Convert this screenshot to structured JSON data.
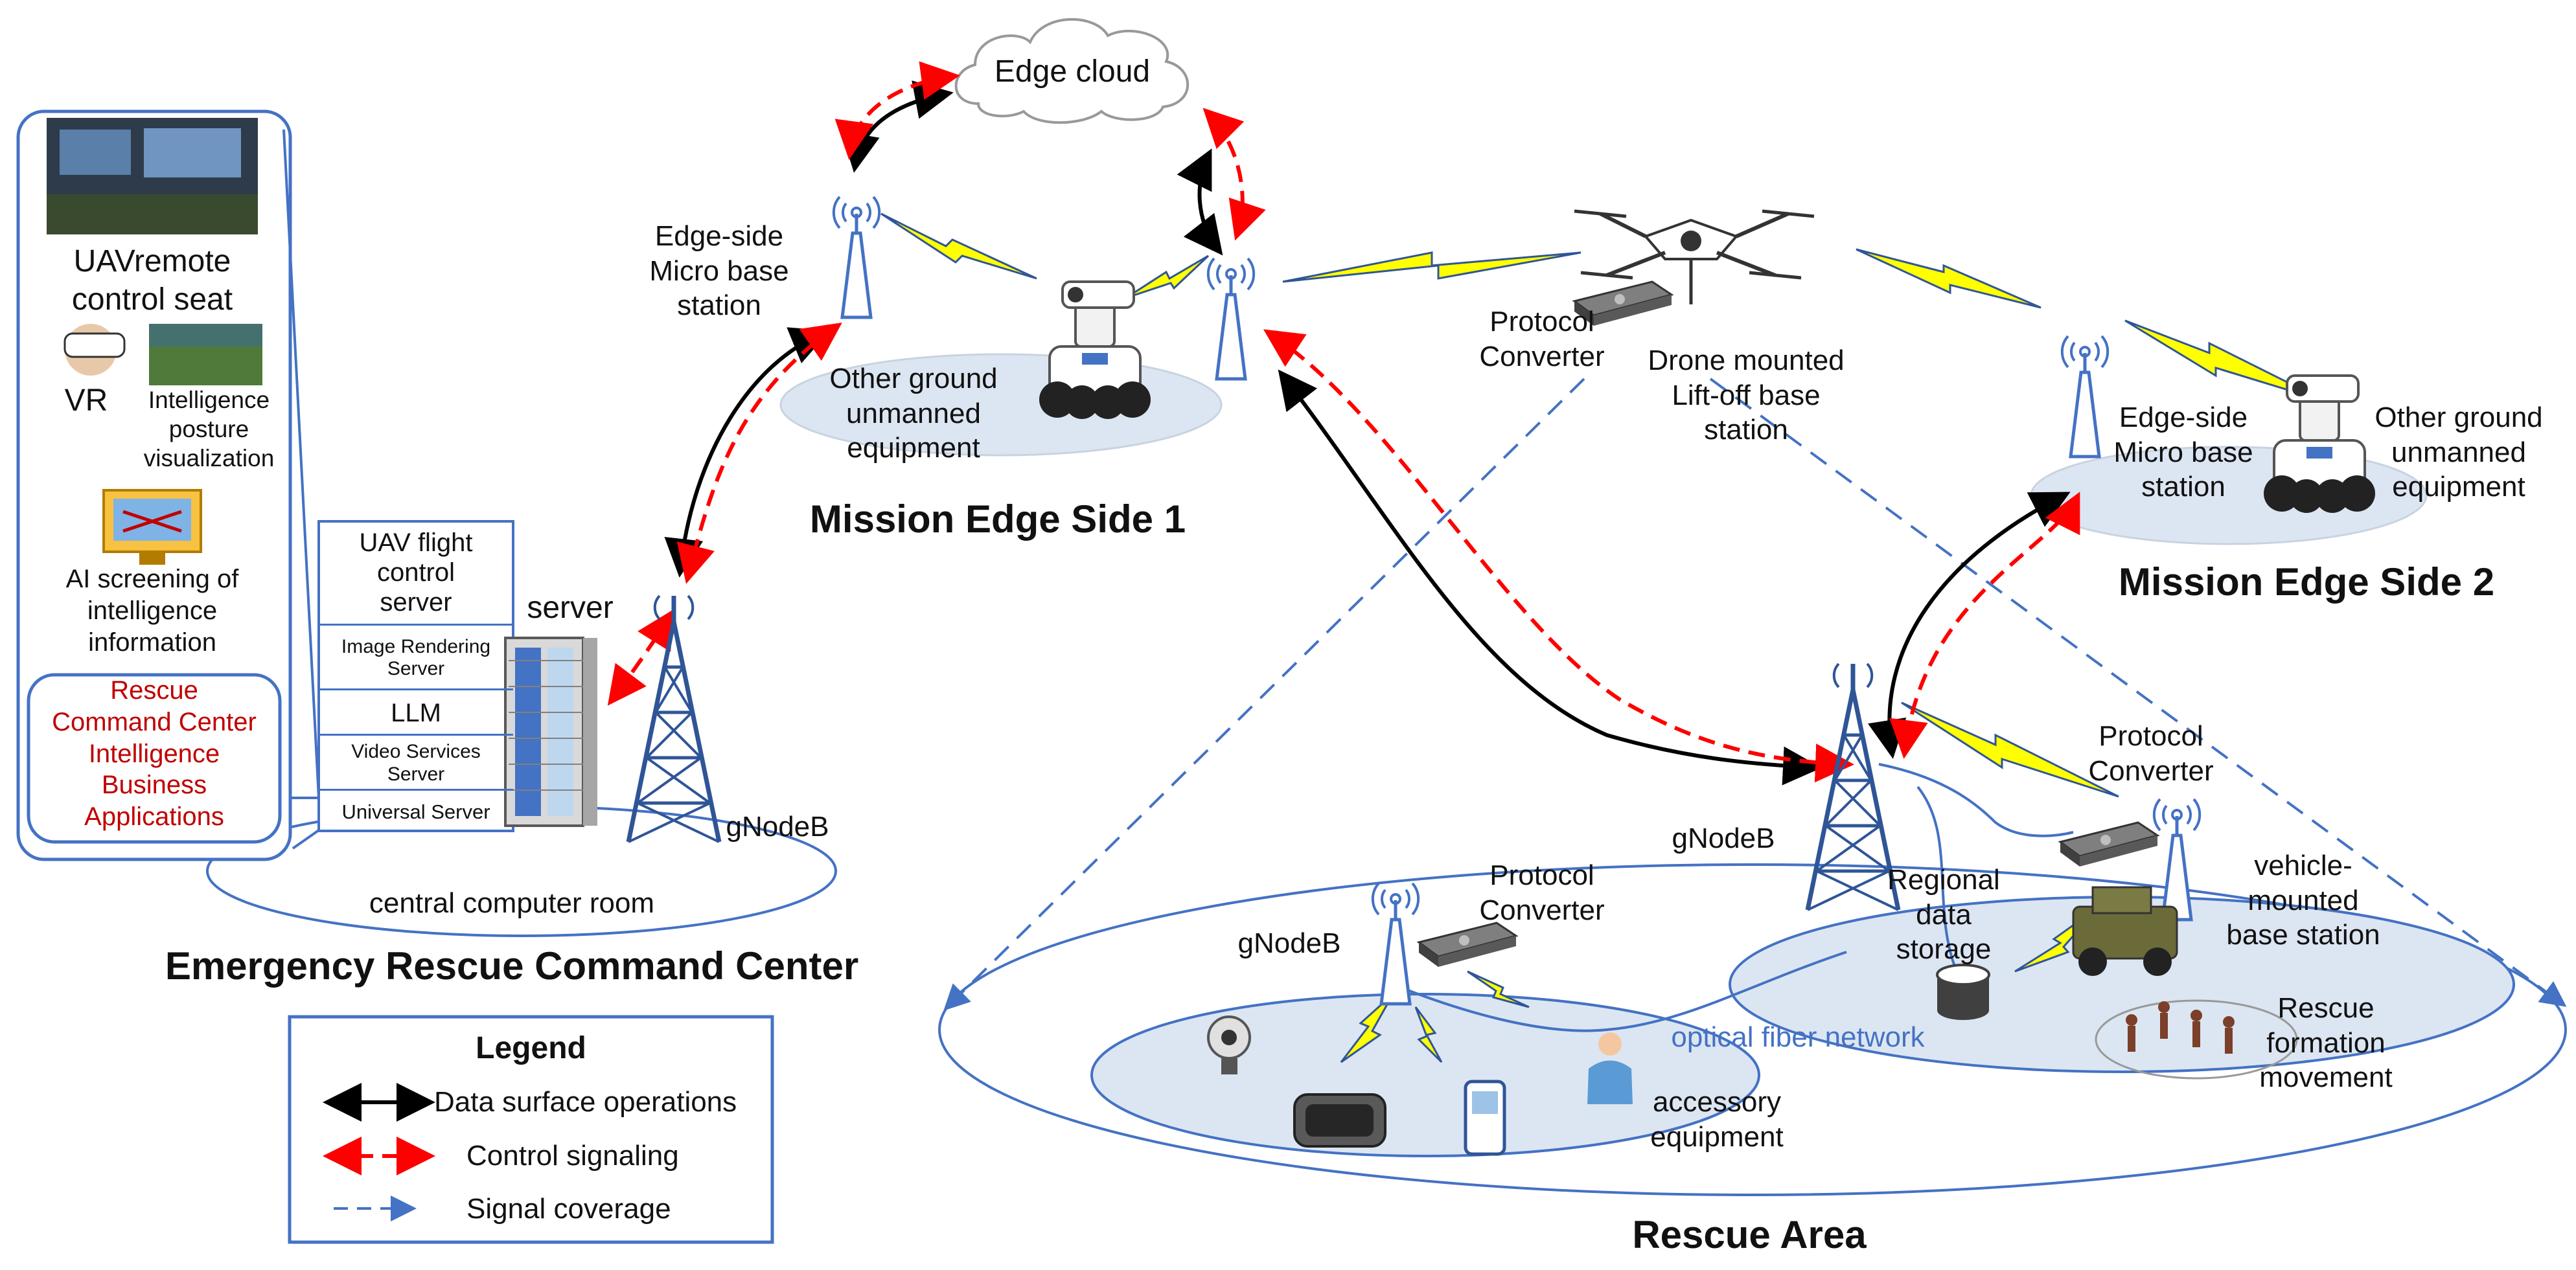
{
  "center": {
    "title": "Emergency Rescue Command Center",
    "panel": {
      "uav_seat": "UAVremote\ncontrol seat",
      "vr": "VR",
      "posture": "Intelligence\nposture\nvisualization",
      "ai_screen": "AI screening of\nintelligence\ninformation",
      "apps": "Rescue\nCommand Center\nIntelligence\nBusiness\nApplications"
    },
    "servers": [
      "UAV flight\ncontrol\nserver",
      "Image Rendering\nServer",
      "LLM",
      "Video Services\nServer",
      "Universal Server"
    ],
    "server_label": "server",
    "room": "central computer room",
    "gnodeb": "gNodeB"
  },
  "edge1": {
    "title": "Mission Edge Side 1",
    "cloud": "Edge cloud",
    "micro": "Edge-side\nMicro base\nstation",
    "ground": "Other ground\nunmanned\nequipment"
  },
  "drone": {
    "protocol": "Protocol\nConverter",
    "station": "Drone mounted\nLift-off base\nstation"
  },
  "edge2": {
    "title": "Mission Edge Side 2",
    "micro": "Edge-side\nMicro base\nstation",
    "ground": "Other ground\nunmanned\nequipment"
  },
  "rescue": {
    "title": "Rescue Area",
    "gnodeb_main": "gNodeB",
    "gnodeb_small": "gNodeB",
    "protocol_left": "Protocol\nConverter",
    "protocol_right": "Protocol\nConverter",
    "fiber": "optical fiber network",
    "accessory": "accessory\nequipment",
    "storage": "Regional\ndata\nstorage",
    "vehicle": "vehicle-\nmounted\nbase station",
    "formation": "Rescue\nformation\nmovement"
  },
  "legend": {
    "title": "Legend",
    "items": [
      "Data surface operations",
      "Control signaling",
      "Signal coverage"
    ]
  },
  "colors": {
    "blue": "#4472c4",
    "ellipse_fill": "#dce6f2",
    "red": "#ff0000",
    "lightning": "#ffff00"
  }
}
